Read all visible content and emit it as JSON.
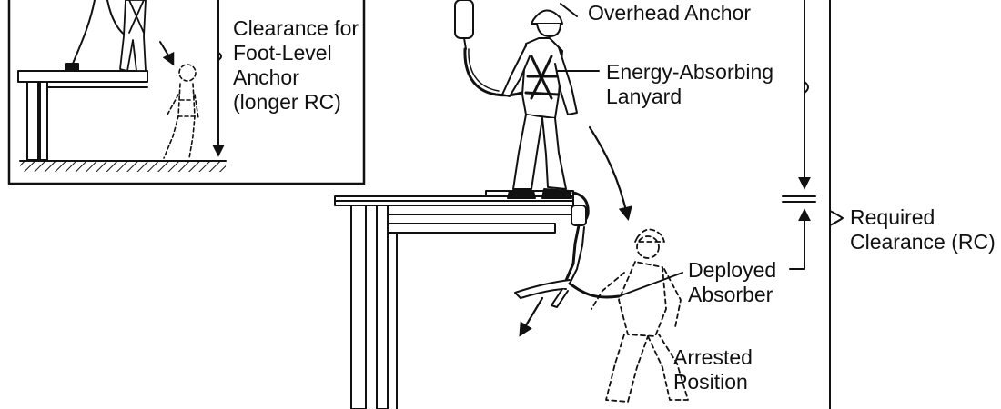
{
  "labels": {
    "inset_line1": "Clearance for",
    "inset_line2": "Foot-Level",
    "inset_line3": "Anchor",
    "inset_line4": "(longer RC)",
    "overhead_anchor": "Overhead Anchor",
    "lanyard_line1": "Energy-Absorbing",
    "lanyard_line2": "Lanyard",
    "rc_line1": "Required",
    "rc_line2": "Clearance (RC)",
    "absorber_line1": "Deployed",
    "absorber_line2": "Absorber",
    "arrested_line1": "Arrested",
    "arrested_line2": "Position"
  },
  "colors": {
    "ink": "#111111",
    "background": "#ffffff"
  }
}
